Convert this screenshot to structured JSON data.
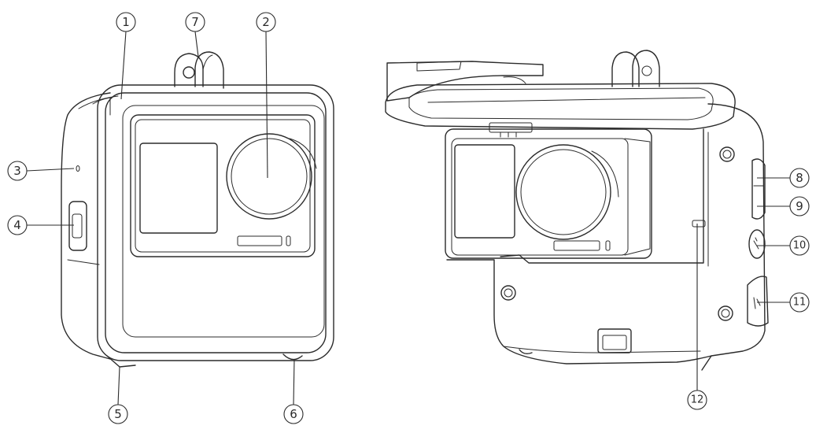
{
  "figure": {
    "callouts": [
      {
        "id": "1",
        "label": "1"
      },
      {
        "id": "2",
        "label": "2"
      },
      {
        "id": "3",
        "label": "3"
      },
      {
        "id": "4",
        "label": "4"
      },
      {
        "id": "5",
        "label": "5"
      },
      {
        "id": "6",
        "label": "6"
      },
      {
        "id": "7",
        "label": "7"
      },
      {
        "id": "8",
        "label": "8"
      },
      {
        "id": "9",
        "label": "9"
      },
      {
        "id": "10",
        "label": "10"
      },
      {
        "id": "11",
        "label": "11"
      },
      {
        "id": "12",
        "label": "12"
      }
    ],
    "colors": {
      "line": "#2b2b2b",
      "background": "#ffffff"
    }
  }
}
